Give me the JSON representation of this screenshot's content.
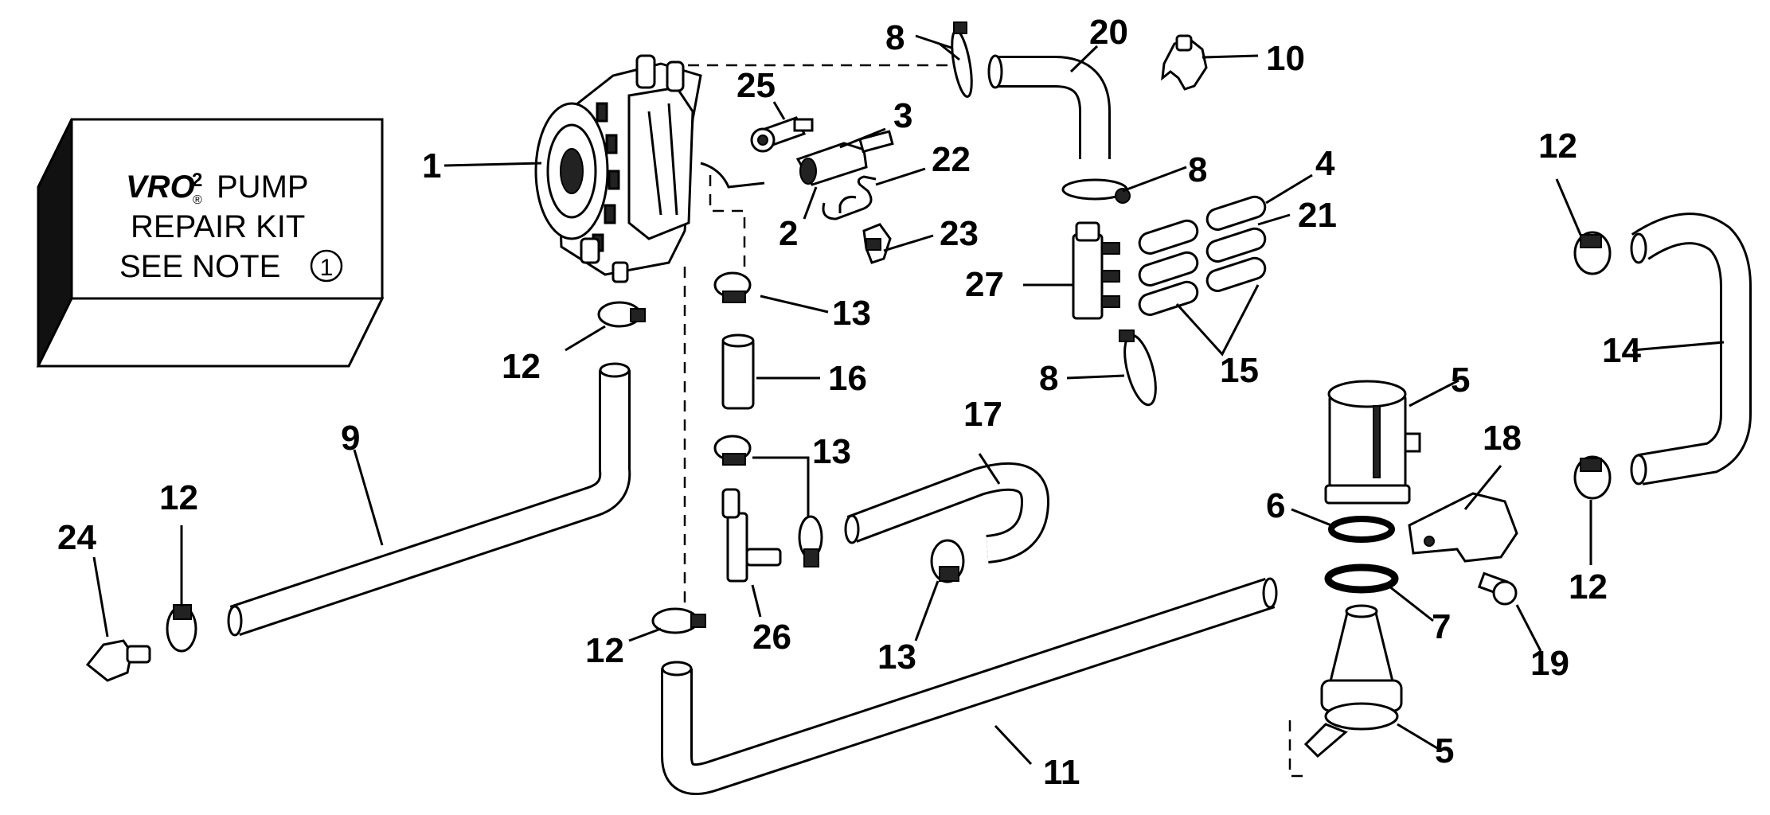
{
  "kit_box": {
    "line1_brand": "VRO",
    "line1_sup": "2",
    "line1_reg": "®",
    "line1_word": "PUMP",
    "line2": "REPAIR KIT",
    "line3": "SEE NOTE",
    "note_number": "1"
  },
  "callouts": {
    "c1": "1",
    "c2": "2",
    "c3": "3",
    "c4": "4",
    "c5a": "5",
    "c5b": "5",
    "c6": "6",
    "c7": "7",
    "c8a": "8",
    "c8b": "8",
    "c8c": "8",
    "c9": "9",
    "c10": "10",
    "c11": "11",
    "c12a": "12",
    "c12b": "12",
    "c12c": "12",
    "c12d": "12",
    "c12e": "12",
    "c13a": "13",
    "c13b": "13",
    "c13c": "13",
    "c14": "14",
    "c15": "15",
    "c16": "16",
    "c17": "17",
    "c18": "18",
    "c19": "19",
    "c20": "20",
    "c21": "21",
    "c22": "22",
    "c23": "23",
    "c24": "24",
    "c25": "25",
    "c26": "26",
    "c27": "27"
  }
}
